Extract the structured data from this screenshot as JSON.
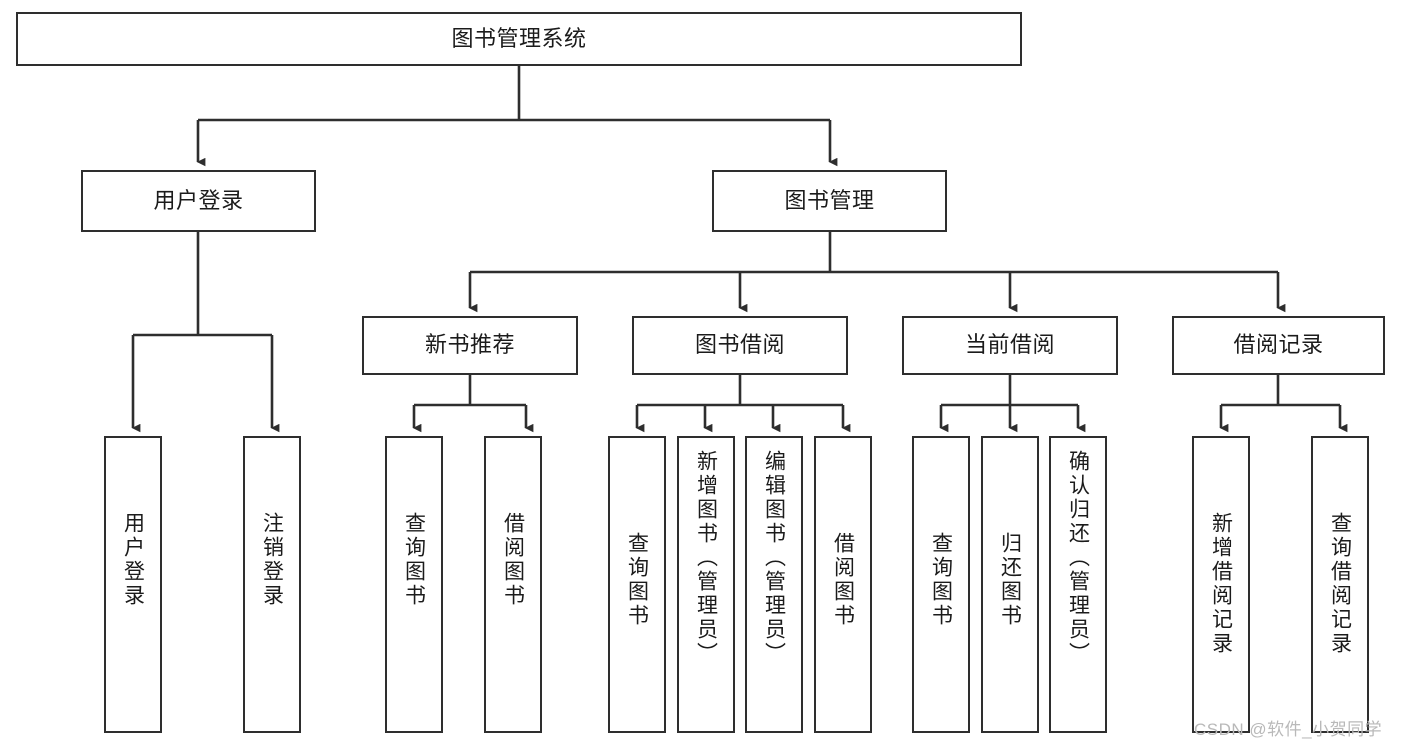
{
  "diagram": {
    "title": "图书管理系统",
    "type": "hierarchy-tree",
    "colors": {
      "stroke": "#2e2e2e",
      "fill": "#ffffff",
      "text": "#1b1b1b",
      "watermark": "#b9b9b9"
    },
    "levels": {
      "root": {
        "label": "图书管理系统"
      },
      "level2": [
        {
          "label": "用户登录"
        },
        {
          "label": "图书管理"
        }
      ],
      "level3": [
        {
          "label": "新书推荐"
        },
        {
          "label": "图书借阅"
        },
        {
          "label": "当前借阅"
        },
        {
          "label": "借阅记录"
        }
      ],
      "leaves": {
        "user_login": [
          {
            "label": "用户登录"
          },
          {
            "label": "注销登录"
          }
        ],
        "new_book_recommend": [
          {
            "label": "查询图书"
          },
          {
            "label": "借阅图书"
          }
        ],
        "book_borrow": [
          {
            "label": "查询图书"
          },
          {
            "label": "新增图书（管理员）"
          },
          {
            "label": "编辑图书（管理员）"
          },
          {
            "label": "借阅图书"
          }
        ],
        "current_borrow": [
          {
            "label": "查询图书"
          },
          {
            "label": "归还图书"
          },
          {
            "label": "确认归还（管理员）"
          }
        ],
        "borrow_record": [
          {
            "label": "新增借阅记录"
          },
          {
            "label": "查询借阅记录"
          }
        ]
      }
    }
  },
  "watermark": {
    "text": "CSDN @软件_小贺同学"
  }
}
